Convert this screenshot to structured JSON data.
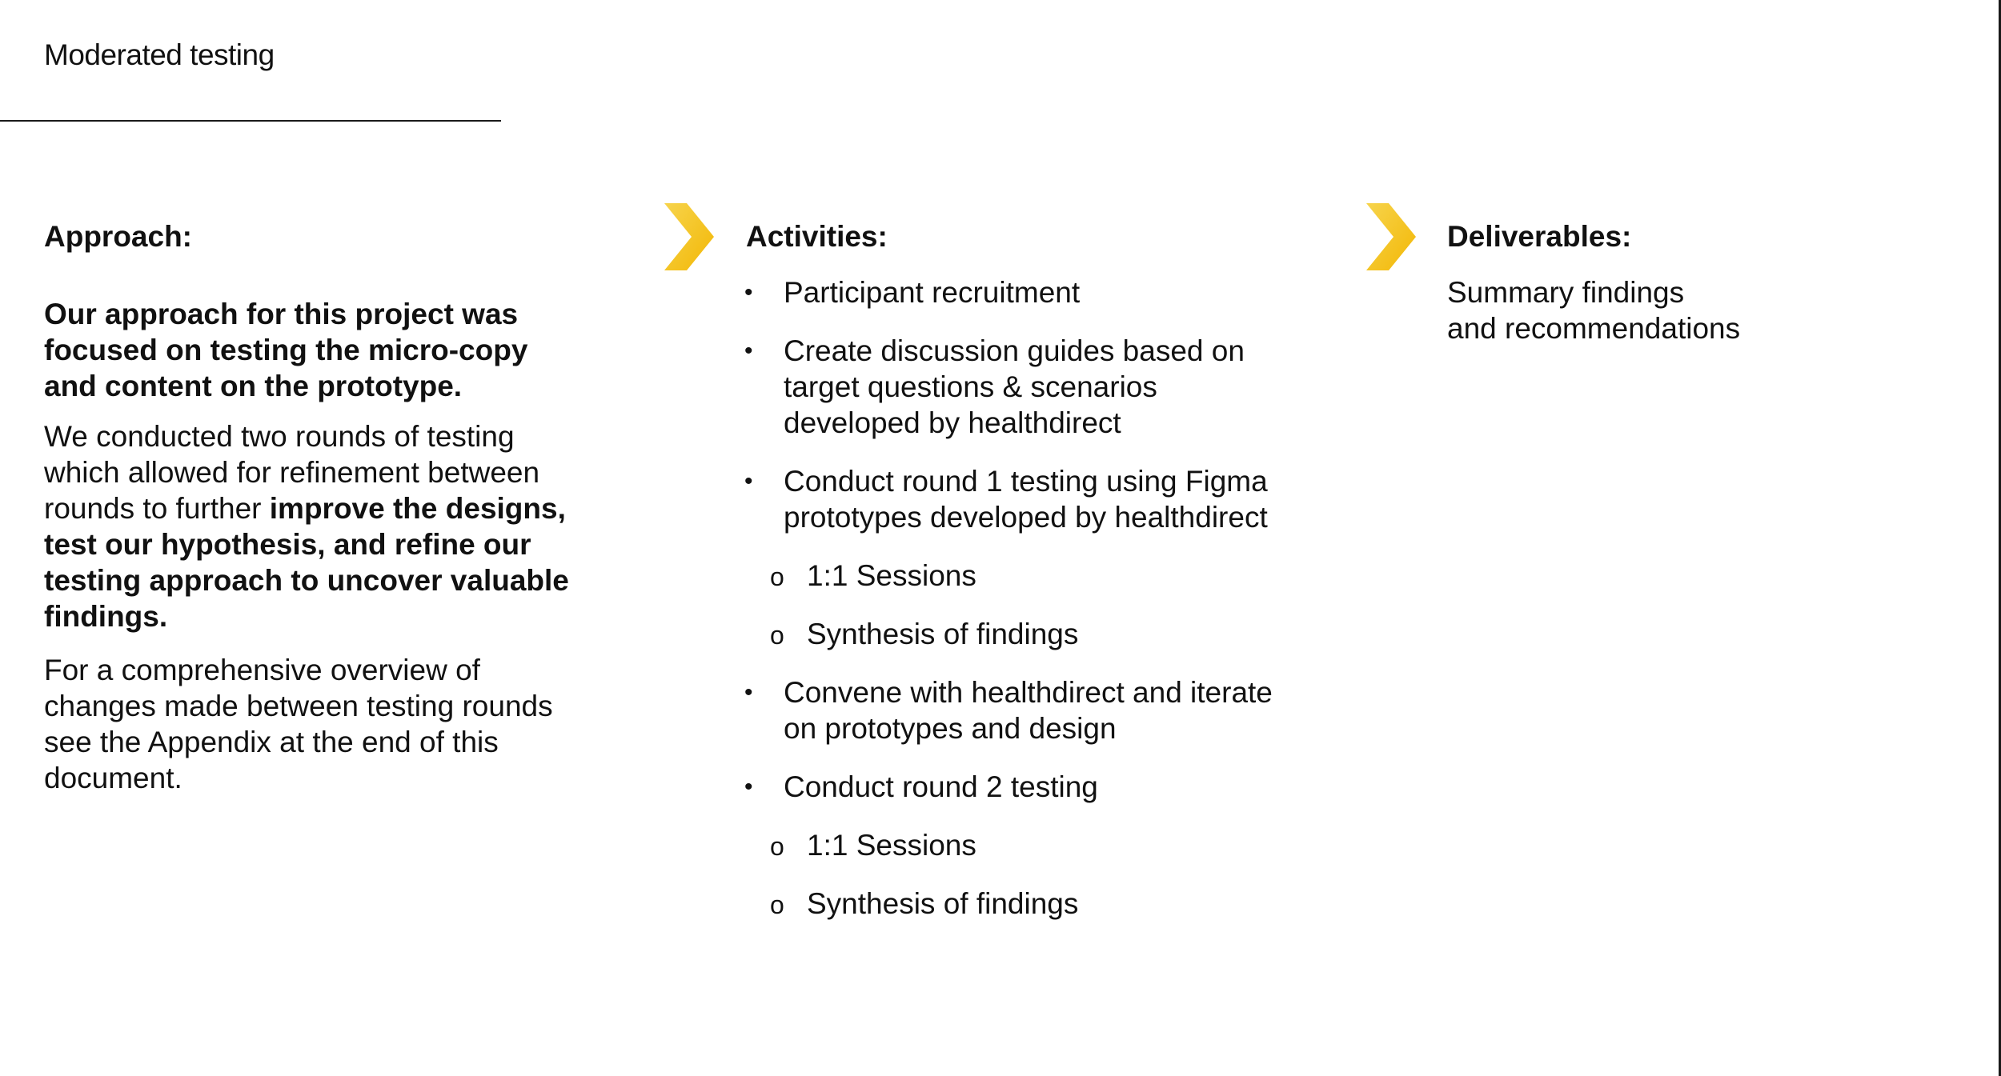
{
  "slide": {
    "title": "Moderated testing",
    "accent_color": "#F5C518"
  },
  "approach": {
    "heading": "Approach:",
    "intro": "Our approach for this project was focused on testing the micro-copy and content on the prototype.",
    "para1_plain": "We conducted two rounds of testing which allowed for refinement between rounds to further ",
    "para1_bold": "improve the designs, test our hypothesis, and refine our testing approach to uncover valuable findings.",
    "para2": "For a comprehensive overview of changes made between testing rounds see the Appendix at the end of this document."
  },
  "activities": {
    "heading": "Activities:",
    "items": [
      "Participant recruitment",
      "Create discussion guides based on target questions & scenarios developed by healthdirect",
      "Conduct round 1 testing using Figma prototypes developed by healthdirect",
      "1:1 Sessions",
      "Synthesis of findings",
      "Convene with healthdirect and iterate on prototypes and design",
      "Conduct round 2 testing",
      "1:1 Sessions",
      "Synthesis of findings"
    ]
  },
  "deliverables": {
    "heading": "Deliverables:",
    "body": "Summary findings\nand recommendations"
  },
  "icons": {
    "activities_marker": "chevron-right-icon",
    "deliverables_marker": "chevron-right-icon"
  }
}
